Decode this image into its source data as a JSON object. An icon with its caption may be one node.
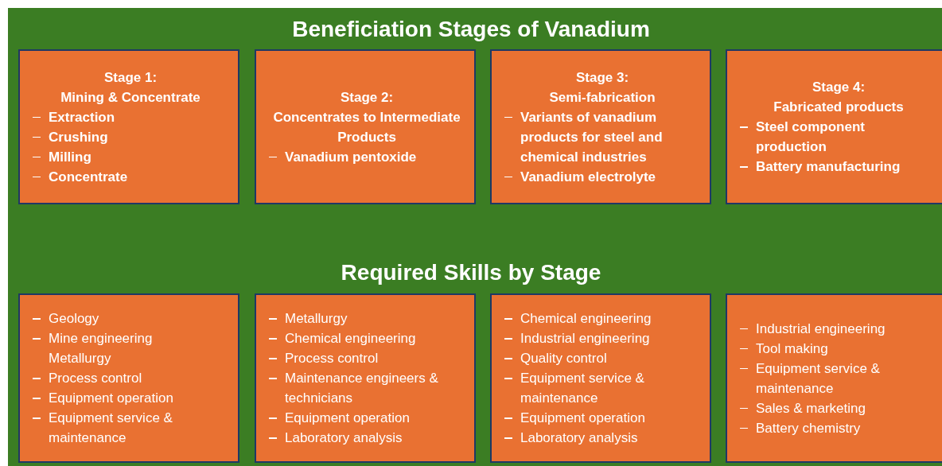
{
  "diagram": {
    "title": "Beneficiation Stages of Vanadium",
    "nodes": [
      {
        "text": [
          "Stage 1: Mining & Concentrate",
          "Extraction",
          "Crushing",
          "Milling",
          "Concentrate"
        ]
      },
      {
        "text": [
          "Stage 2: Concentrates to Intermediate Products",
          "Vanadium pentoxide"
        ]
      },
      {
        "text": [
          "Stage 3: Semi-fabrication",
          "Variants of vanadium products for steel and chemical industries",
          "Vanadium electrolyte"
        ]
      },
      {
        "text": [
          "Stage 4: Fabricated products",
          "Steel component production",
          "Battery manufacturing"
        ]
      },
      {
        "text": [
          "Geology",
          "Mine engineering",
          "Metallurgy",
          "Process control",
          "Equipment operation",
          "Equipment service & maintenance"
        ]
      },
      {
        "text": [
          "Metallurgy",
          "Chemical engineering",
          "Process control",
          "Maintenance engineers & technicians",
          "Equipment operation",
          "Laboratory analysis"
        ]
      },
      {
        "text": [
          "Chemical engineering",
          "Industrial engineering",
          "Quality control",
          "Equipment service & maintenance",
          "Equipment operation",
          "Laboratory analysis"
        ]
      },
      {
        "text": [
          "Industrial engineering",
          "Tool making",
          "Equipment service & maintenance",
          "Sales & marketing",
          "Battery chemistry"
        ]
      }
    ],
    "labels": [
      "Required Skills by Stage"
    ]
  }
}
